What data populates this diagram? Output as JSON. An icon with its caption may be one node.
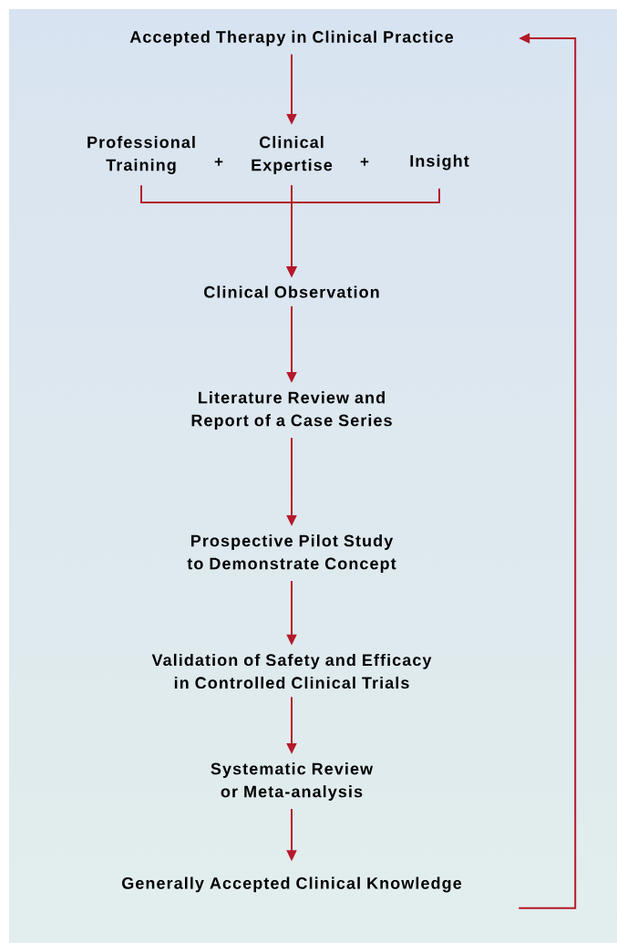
{
  "diagram": {
    "nodes": [
      {
        "text": [
          "Accepted Therapy in Clinical Practice"
        ]
      },
      {
        "text": [
          "Professional Training"
        ]
      },
      {
        "text": [
          "Clinical Expertise"
        ]
      },
      {
        "text": [
          "Insight"
        ]
      },
      {
        "text": [
          "Clinical Observation"
        ]
      },
      {
        "text": [
          "Literature Review and Report of a Case Series"
        ]
      },
      {
        "text": [
          "Prospective Pilot Study to Demonstrate Concept"
        ]
      },
      {
        "text": [
          "Validation of Safety and Efficacy in Controlled Clinical Trials"
        ]
      },
      {
        "text": [
          "Systematic Review or Meta-analysis"
        ]
      },
      {
        "text": [
          "Generally Accepted Clinical Knowledge"
        ]
      }
    ],
    "edges": [
      {
        "from": 0,
        "to": 2,
        "arrow": "to"
      },
      {
        "from": 1,
        "to": 4,
        "arrow": "to"
      },
      {
        "from": 2,
        "to": 4,
        "arrow": "to"
      },
      {
        "from": 3,
        "to": 4,
        "arrow": "to"
      },
      {
        "from": 4,
        "to": 5,
        "arrow": "to"
      },
      {
        "from": 5,
        "to": 6,
        "arrow": "to"
      },
      {
        "from": 6,
        "to": 7,
        "arrow": "to"
      },
      {
        "from": 7,
        "to": 8,
        "arrow": "to"
      },
      {
        "from": 8,
        "to": 9,
        "arrow": "to"
      },
      {
        "from": 9,
        "to": 0,
        "arrow": "to"
      }
    ],
    "labels": [
      "+",
      "+"
    ]
  }
}
